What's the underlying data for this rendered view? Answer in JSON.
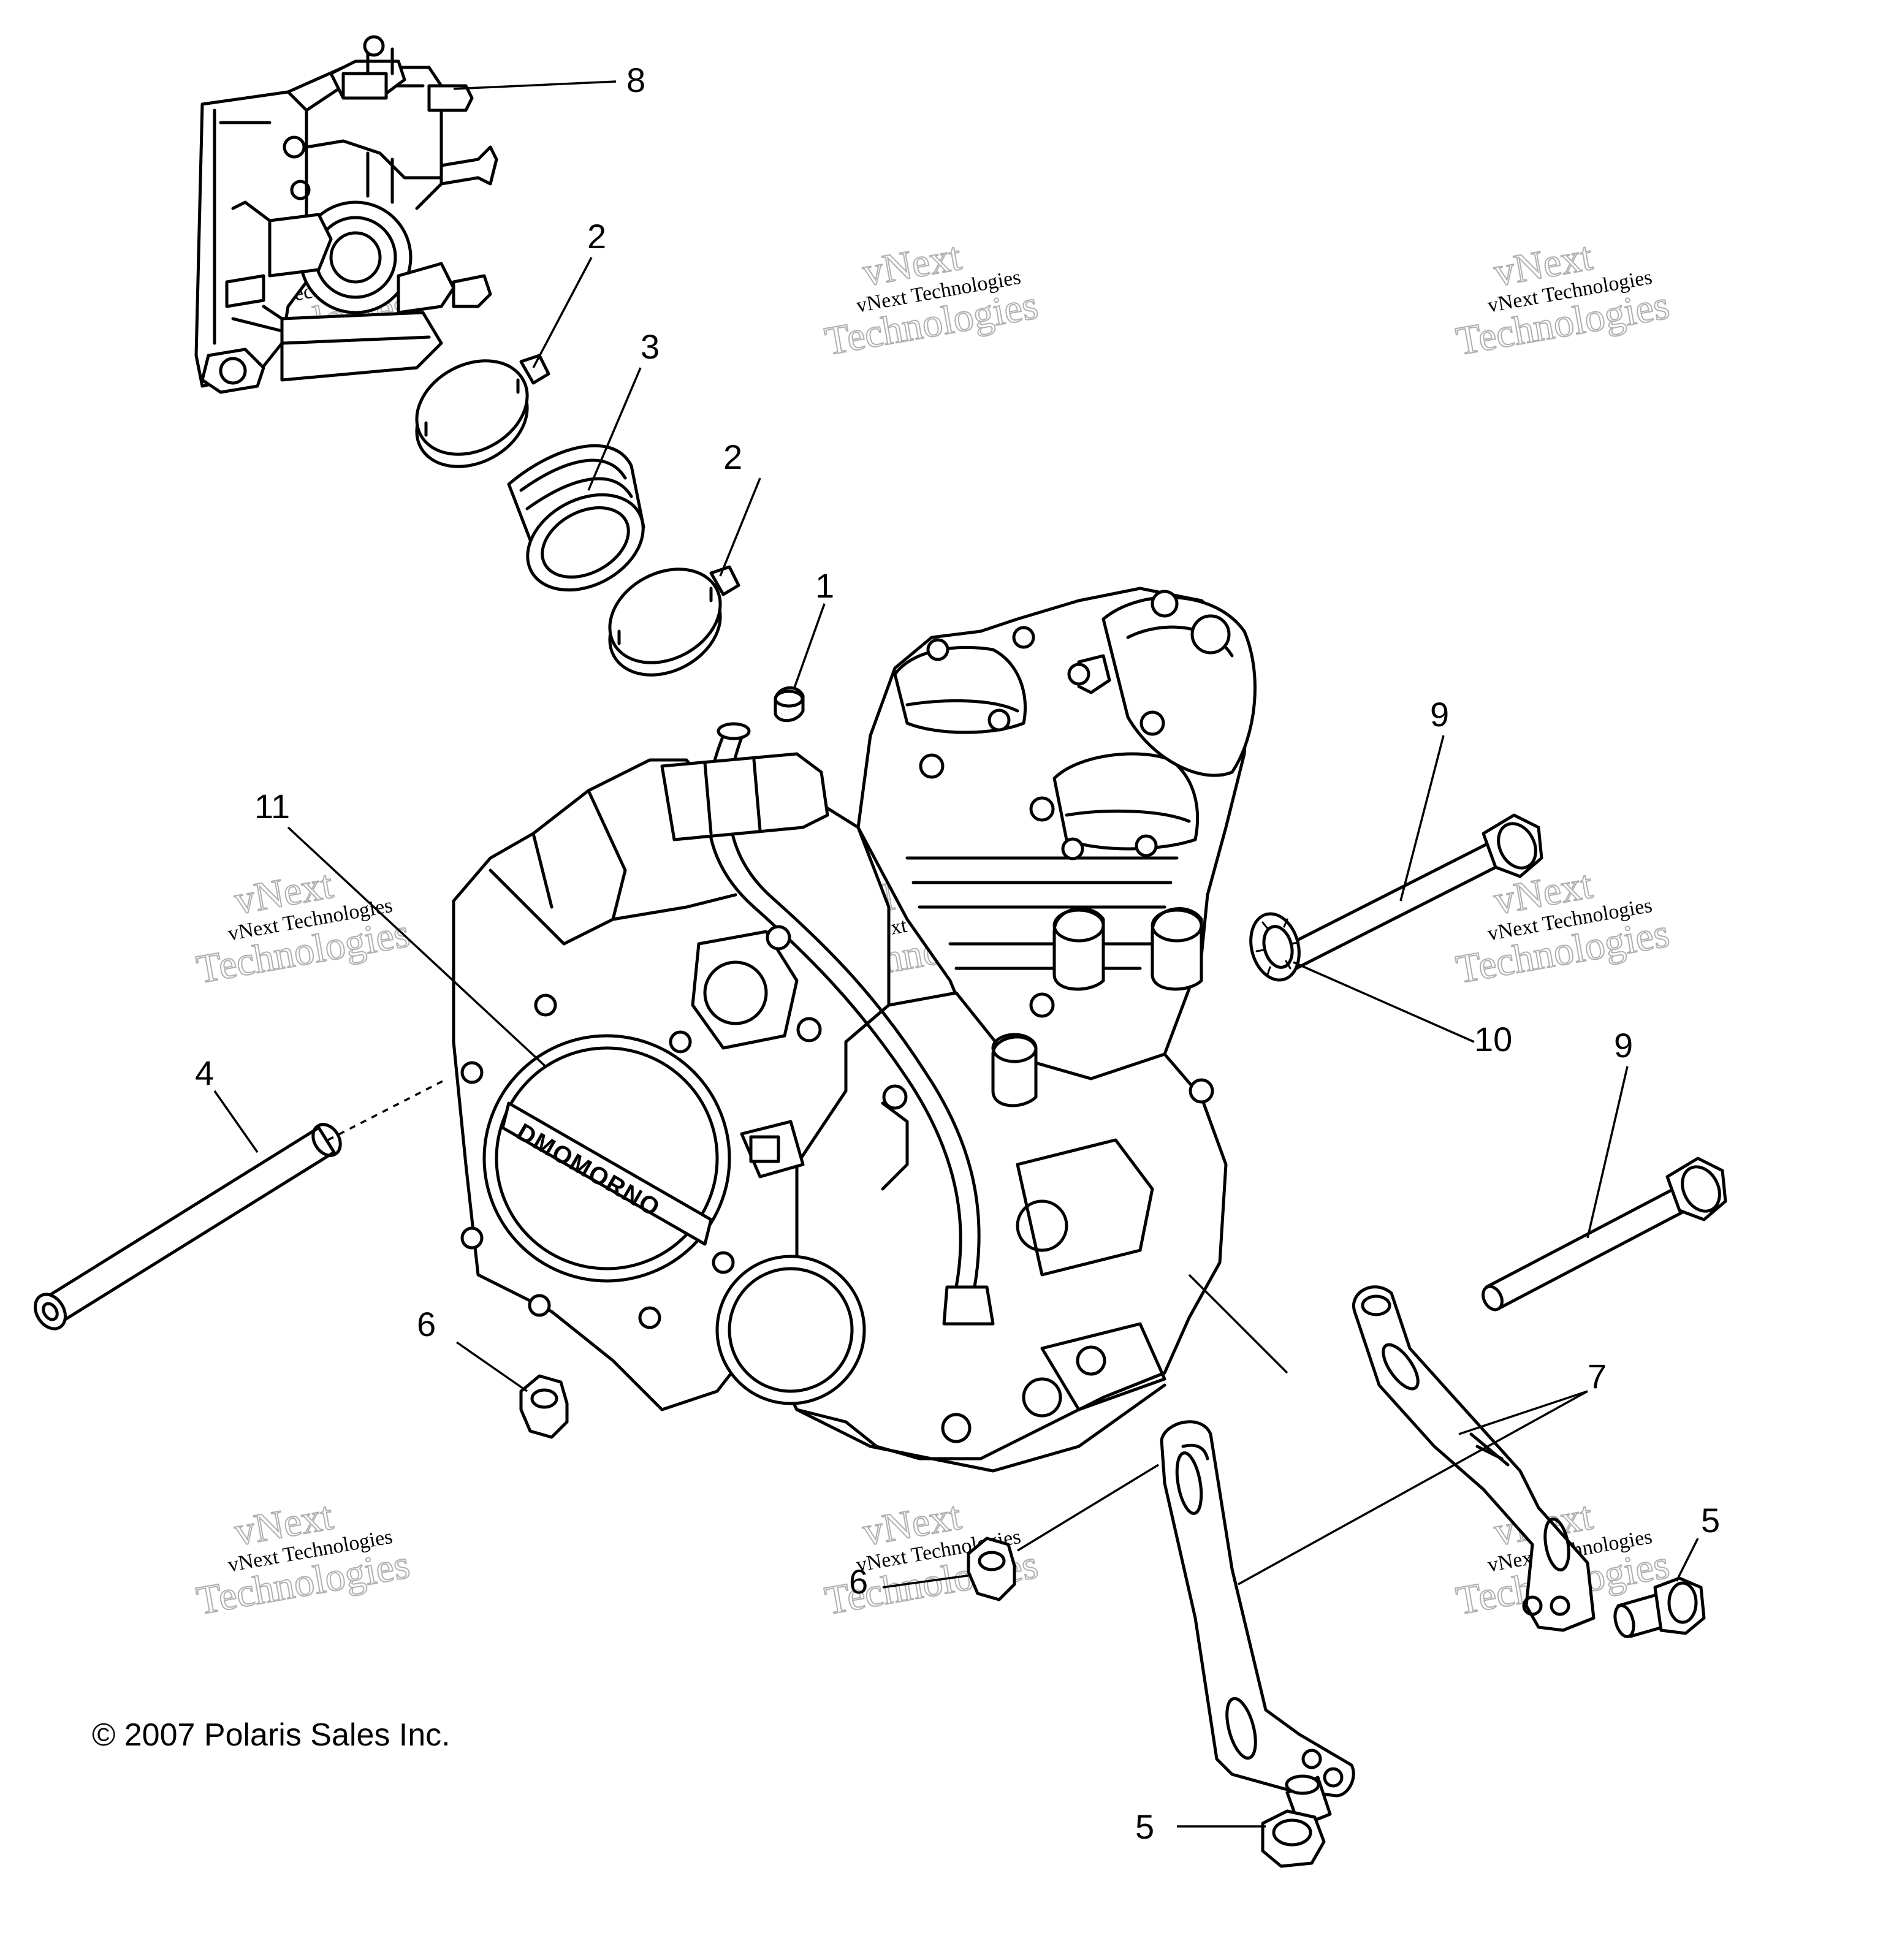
{
  "copyright": "© 2007 Polaris Sales Inc.",
  "watermark": {
    "line1": "vNext",
    "line2": "vNext Technologies",
    "line3": "Technologies"
  },
  "callouts": [
    "1",
    "2",
    "2",
    "3",
    "4",
    "5",
    "5",
    "6",
    "6",
    "7",
    "8",
    "9",
    "9",
    "10",
    "11"
  ],
  "cover_text": "DMOMORNO"
}
